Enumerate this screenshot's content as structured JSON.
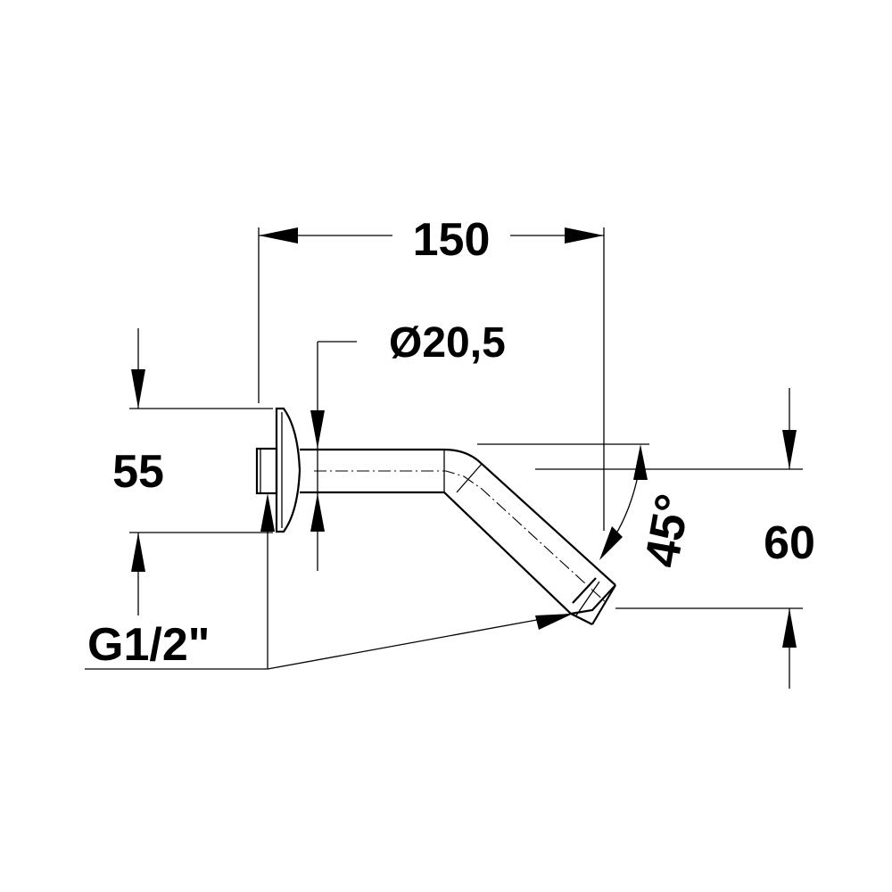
{
  "dimensions": {
    "length": "150",
    "diameter": "Ø20,5",
    "flange_height": "55",
    "drop_height": "60",
    "angle": "45°",
    "thread": "G1/2\""
  },
  "colors": {
    "line": "#000000",
    "background": "#ffffff"
  }
}
